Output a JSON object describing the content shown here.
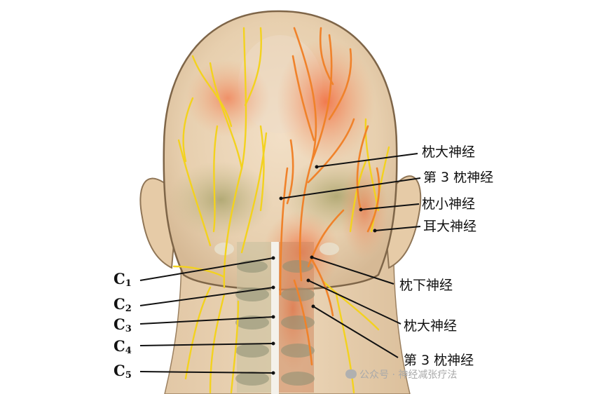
{
  "right_labels": [
    "枕大神经",
    "第 3 枕神经",
    "枕小神经",
    "耳大神经",
    "枕下神经",
    "枕大神经",
    "第 3 枕神经"
  ],
  "left_labels": [
    {
      "letter": "C",
      "sub": "1"
    },
    {
      "letter": "C",
      "sub": "2"
    },
    {
      "letter": "C",
      "sub": "3"
    },
    {
      "letter": "C",
      "sub": "4"
    },
    {
      "letter": "C",
      "sub": "5"
    }
  ],
  "watermark": "公众号 · 神经减张疗法",
  "colors": {
    "nerve_yellow": "#f3d21e",
    "nerve_orange": "#f0822a",
    "skin": "#e9d2b3",
    "shading": "#b8ae7a",
    "red_zone": "#f07a4c"
  }
}
